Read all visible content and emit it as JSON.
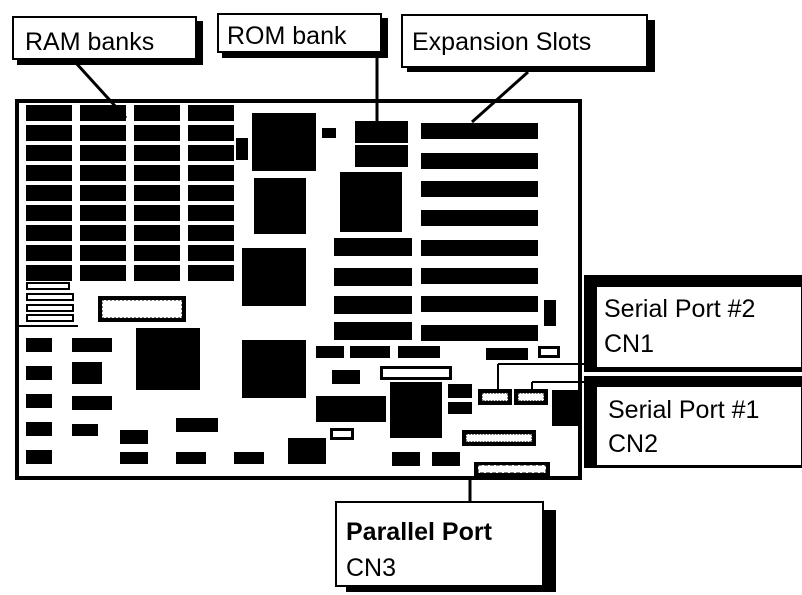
{
  "labels": {
    "ram_banks": "RAM banks",
    "rom_bank": "ROM bank",
    "expansion_slots": "Expansion Slots",
    "serial_port_2_name": "Serial Port #2",
    "serial_port_2_connector": "CN1",
    "serial_port_1_name": "Serial Port #1",
    "serial_port_1_connector": "CN2",
    "parallel_port_name": "Parallel Port",
    "parallel_port_connector": "CN3"
  },
  "colors": {
    "ink": "#000000",
    "paper": "#ffffff"
  }
}
